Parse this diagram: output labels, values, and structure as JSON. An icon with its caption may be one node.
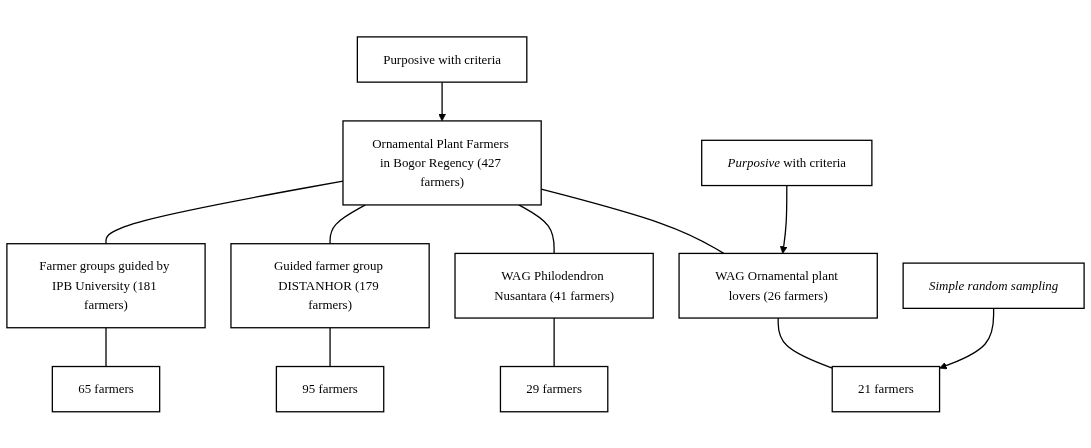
{
  "diagram": {
    "nodes": [
      {
        "text": [
          "Purposive with criteria"
        ]
      },
      {
        "text": [
          "Ornamental Plant Farmers in Bogor Regency (427 farmers)"
        ]
      },
      {
        "text": [
          "*Purposive* with criteria"
        ]
      },
      {
        "text": [
          "WAG Ornamental plant lovers (26 farmers)"
        ]
      },
      {
        "text": [
          "WAG Philodendron Nusantara (41 farmers)"
        ]
      },
      {
        "text": [
          "Guided farmer group DISTANHOR (179 farmers)"
        ]
      },
      {
        "text": [
          "Farmer groups guided by IPB University (181 farmers)"
        ]
      },
      {
        "text": [
          "Simple random sampling"
        ]
      },
      {
        "text": [
          "21 farmers"
        ]
      },
      {
        "text": [
          "29 farmers"
        ]
      },
      {
        "text": [
          "95 farmers"
        ]
      },
      {
        "text": [
          "65 farmers"
        ]
      }
    ],
    "edges": [
      {
        "from": 0,
        "to": 1,
        "arrow": "to"
      },
      {
        "from": 1,
        "to": 3,
        "arrow": "none"
      },
      {
        "from": 1,
        "to": 4,
        "arrow": "none"
      },
      {
        "from": 1,
        "to": 5,
        "arrow": "none"
      },
      {
        "from": 1,
        "to": 6,
        "arrow": "none"
      },
      {
        "from": 2,
        "to": 3,
        "arrow": "to"
      },
      {
        "from": 3,
        "to": 8,
        "arrow": "none"
      },
      {
        "from": 4,
        "to": 9,
        "arrow": "none"
      },
      {
        "from": 5,
        "to": 10,
        "arrow": "none"
      },
      {
        "from": 6,
        "to": 11,
        "arrow": "none"
      },
      {
        "from": 7,
        "to": 8,
        "arrow": "to"
      }
    ]
  }
}
